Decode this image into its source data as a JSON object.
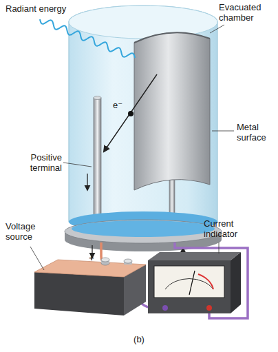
{
  "diagram": {
    "labels": [
      "Radiant energy",
      "Evacuated chamber",
      "Metal surface",
      "Positive terminal",
      "Voltage source",
      "Current indicator",
      "e⁻",
      "+",
      "(b)"
    ]
  }
}
